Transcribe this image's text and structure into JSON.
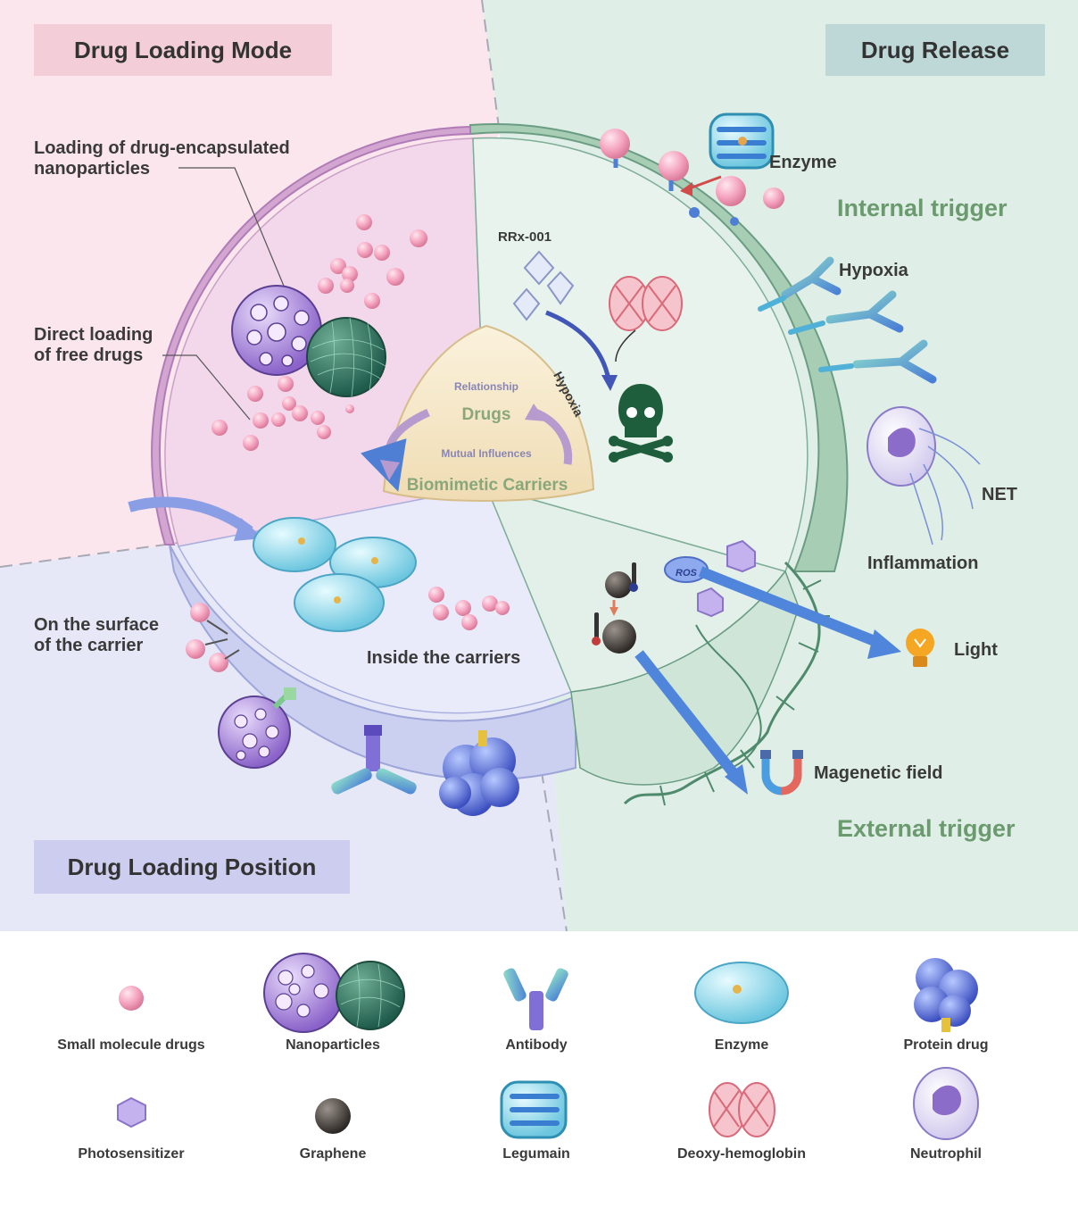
{
  "titles": {
    "loading_mode": "Drug Loading Mode",
    "drug_release": "Drug Release",
    "loading_position": "Drug Loading Position"
  },
  "triggers": {
    "internal": "Internal trigger",
    "external": "External trigger"
  },
  "mode_labels": {
    "nanoparticles_line1": "Loading of drug-encapsulated",
    "nanoparticles_line2": "nanoparticles",
    "free_line1": "Direct loading",
    "free_line2": "of free drugs"
  },
  "position_labels": {
    "surface_line1": "On the surface",
    "surface_line2": "of the carrier",
    "inside": "Inside the carriers"
  },
  "release_labels": {
    "enzyme": "Enzyme",
    "hypoxia": "Hypoxia",
    "net": "NET",
    "inflammation": "Inflammation",
    "light": "Light",
    "magnetic": "Magenetic field",
    "rrx": "RRx-001",
    "hypoxia_arrow": "Hypoxia",
    "ros": "ROS"
  },
  "center": {
    "relationship": "Relationship",
    "drugs": "Drugs",
    "mutual": "Mutual Influences",
    "carriers": "Biomimetic Carriers"
  },
  "legend": {
    "row1": [
      "Small molecule drugs",
      "Nanoparticles",
      "Antibody",
      "Enzyme",
      "Protein drug"
    ],
    "row2": [
      "Photosensitizer",
      "Graphene",
      "Legumain",
      "Deoxy-hemoglobin",
      "Neutrophil"
    ]
  },
  "colors": {
    "mode_bg": "#fbe6ee",
    "release_bg": "#dfeee6",
    "position_bg": "#e6e8f7",
    "drug_pink": "#f4a3bf",
    "center_bg": "#f3e5c6",
    "trigger_green": "#6a9a6e",
    "arrow_blue": "#4f7fd4"
  }
}
